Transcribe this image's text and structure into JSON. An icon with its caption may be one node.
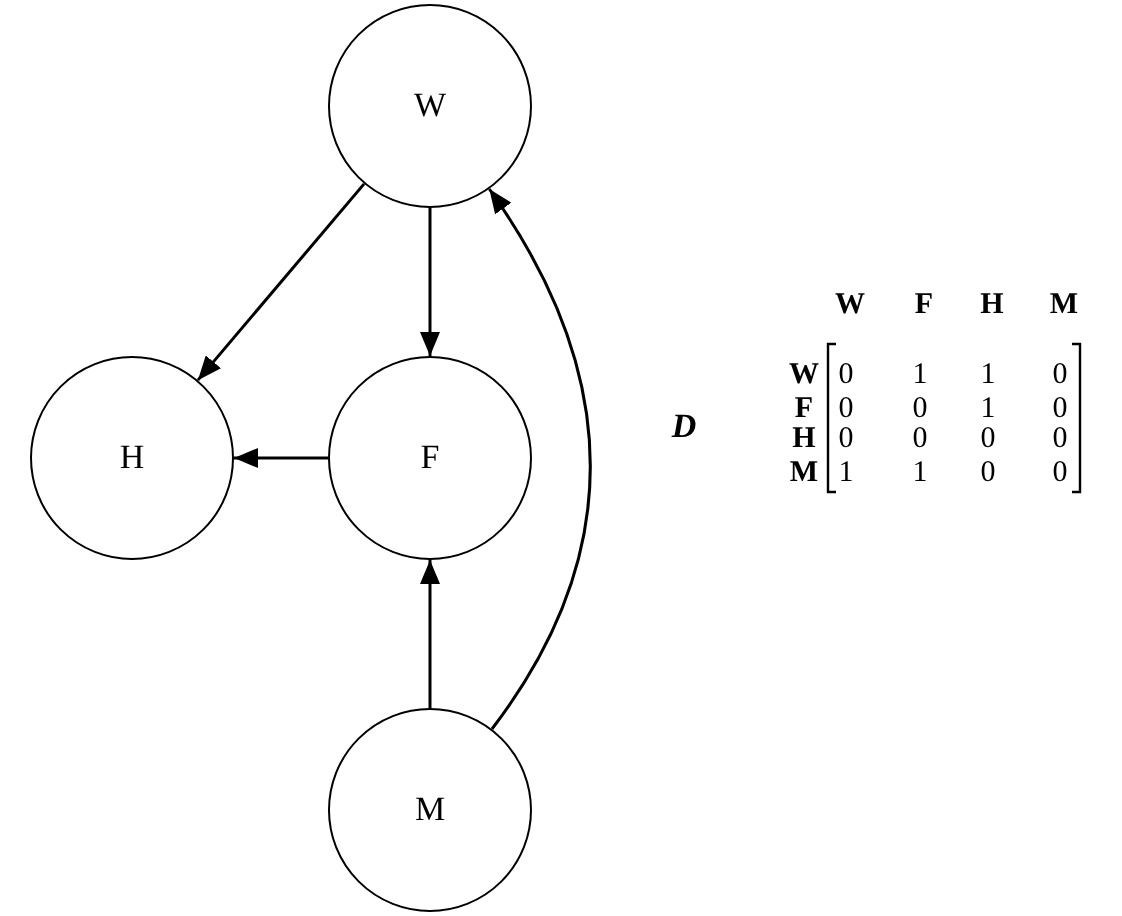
{
  "diagram": {
    "nodes": [
      {
        "text": [
          "W"
        ]
      },
      {
        "text": [
          "H"
        ]
      },
      {
        "text": [
          "F"
        ]
      },
      {
        "text": [
          "M"
        ]
      }
    ],
    "edges": [
      {
        "from": 0,
        "to": 1,
        "arrow": "to"
      },
      {
        "from": 0,
        "to": 2,
        "arrow": "to"
      },
      {
        "from": 2,
        "to": 1,
        "arrow": "to"
      },
      {
        "from": 3,
        "to": 2,
        "arrow": "to"
      },
      {
        "from": 3,
        "to": 0,
        "arrow": "to"
      }
    ],
    "labels": [
      "W",
      "F",
      "H",
      "M",
      "D",
      "W",
      "0",
      "1",
      "1",
      "0",
      "F",
      "0",
      "0",
      "1",
      "0",
      "H",
      "0",
      "0",
      "0",
      "0",
      "M",
      "1",
      "1",
      "0",
      "0"
    ]
  }
}
